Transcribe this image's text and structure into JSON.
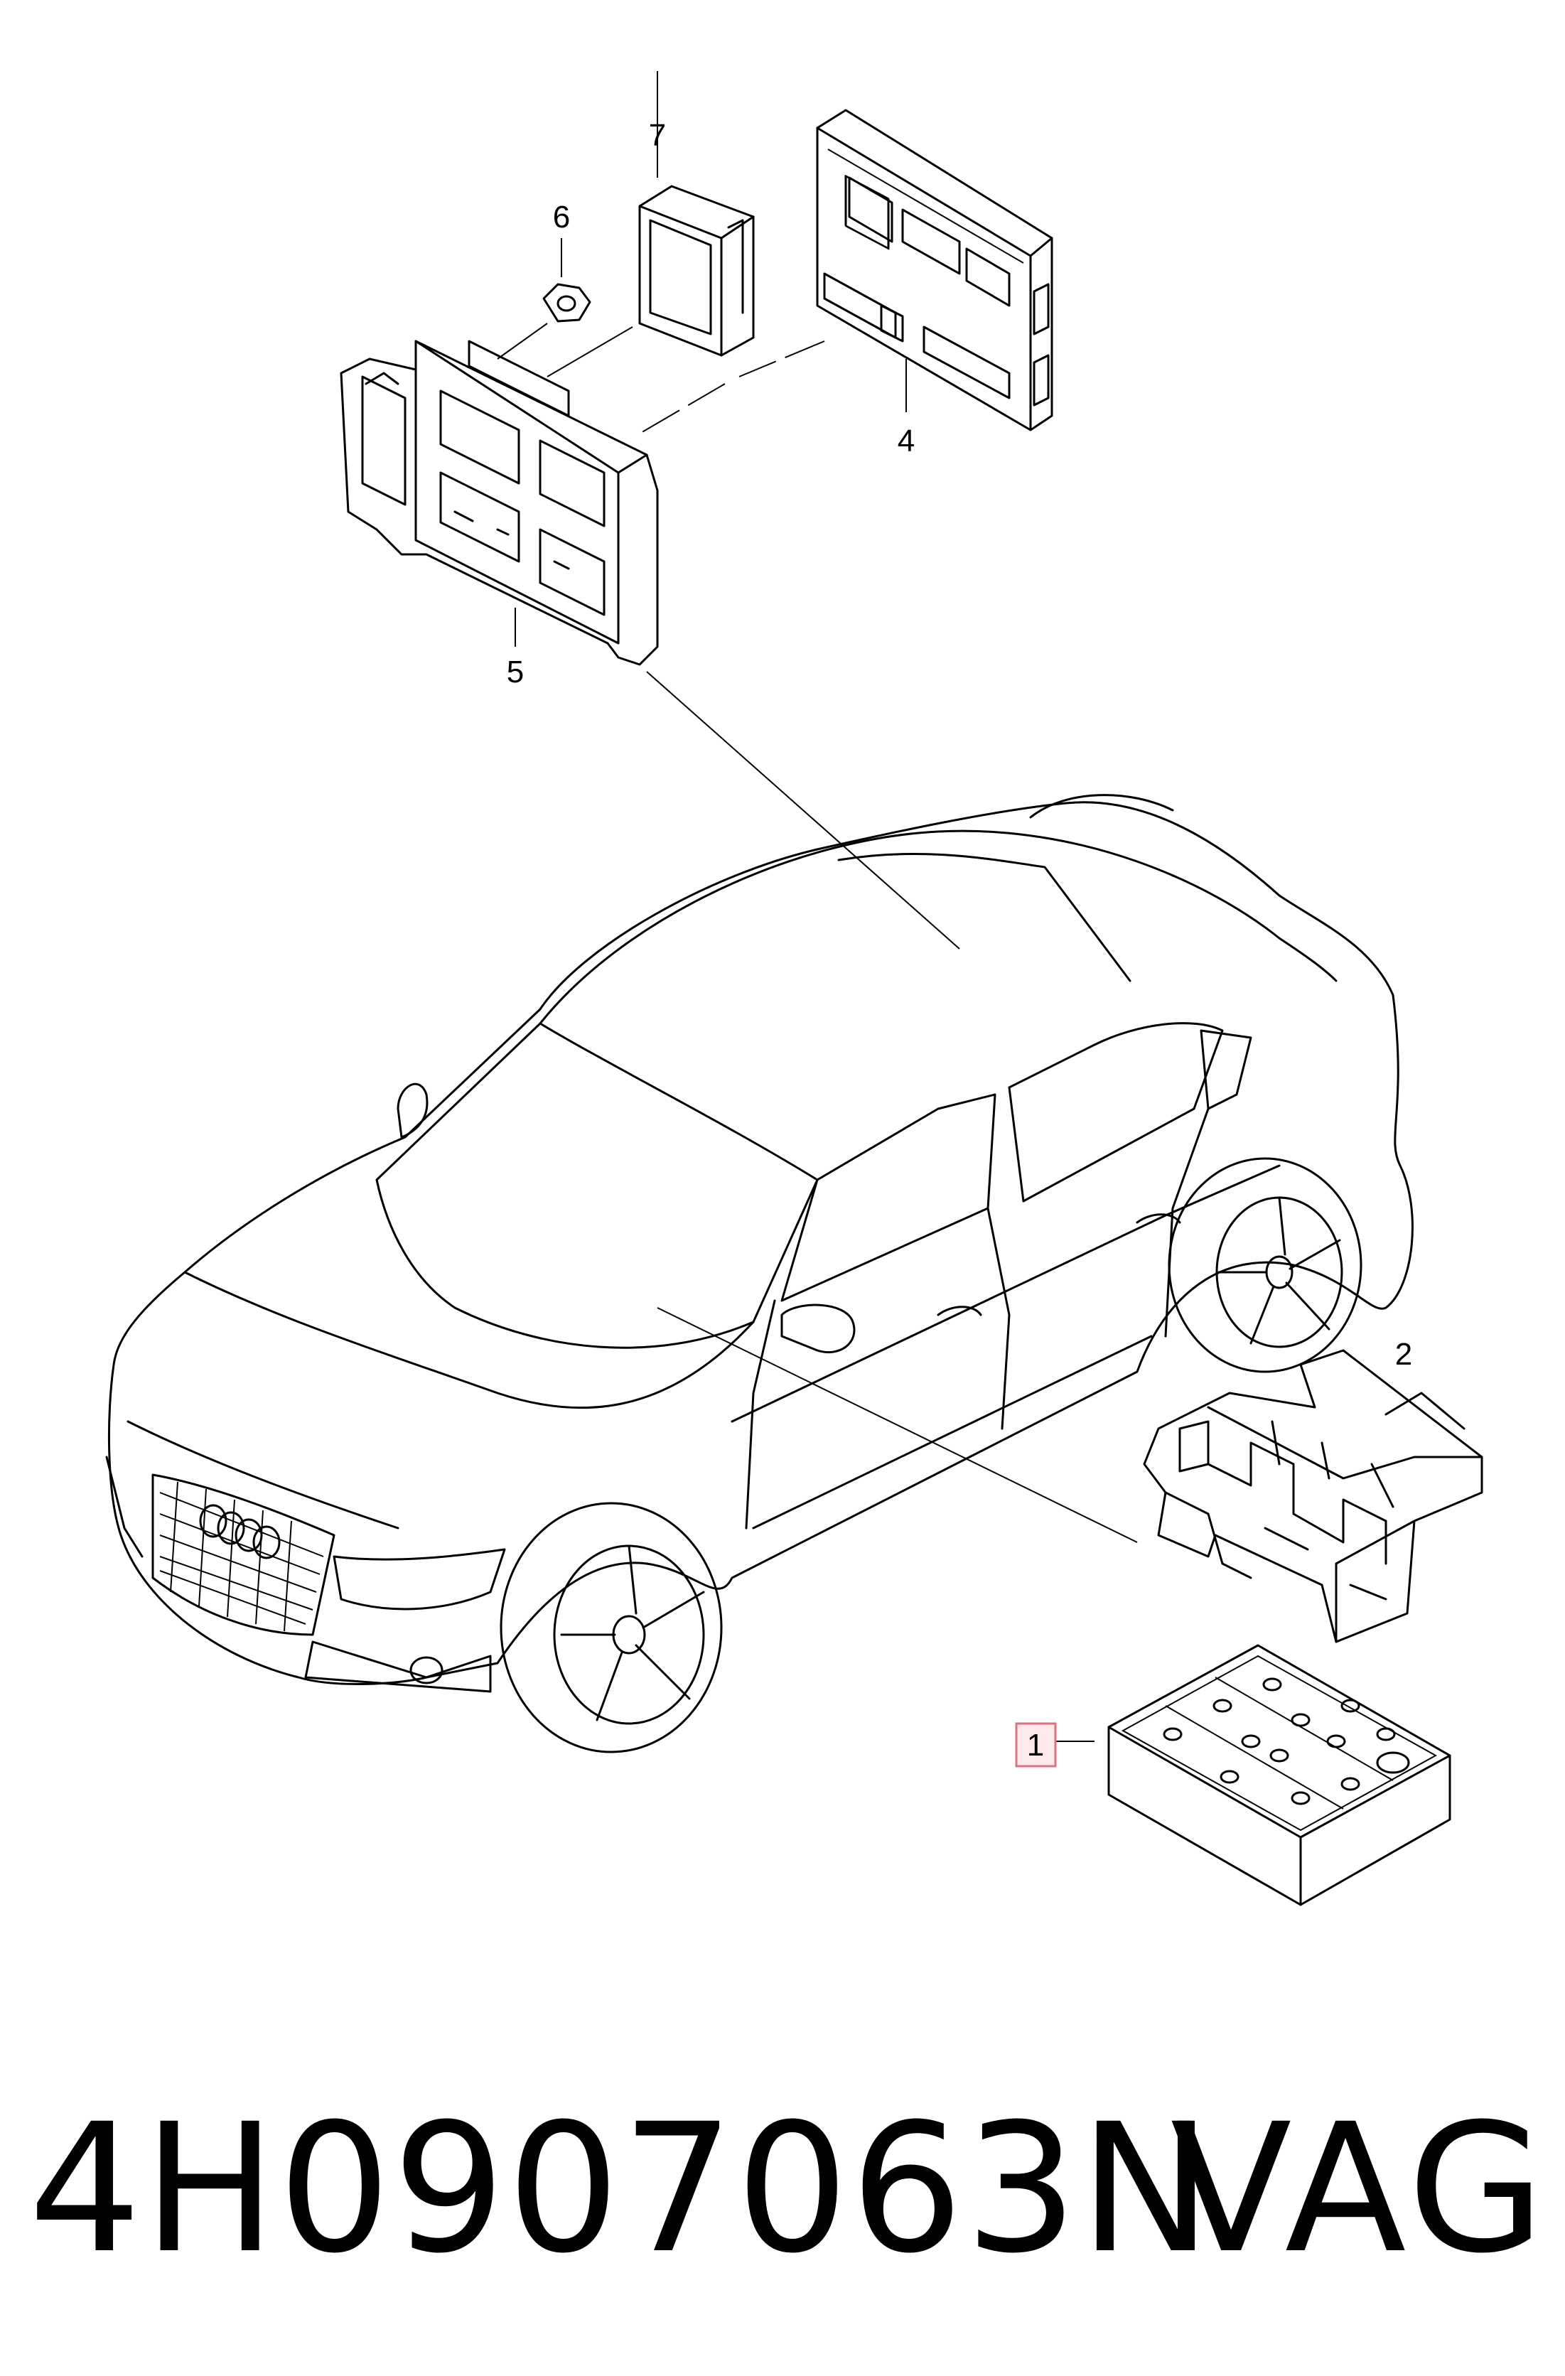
{
  "callouts": {
    "c1": "1",
    "c2": "2",
    "c4": "4",
    "c5": "5",
    "c6": "6",
    "c7": "7"
  },
  "highlighted_callout": "1",
  "colors": {
    "line": "#000000",
    "highlight_fill": "#fde8ea",
    "highlight_stroke": "#d9737f",
    "background": "#ffffff"
  },
  "footer": {
    "part_number": "4H0907063N",
    "brand": "VAG"
  }
}
